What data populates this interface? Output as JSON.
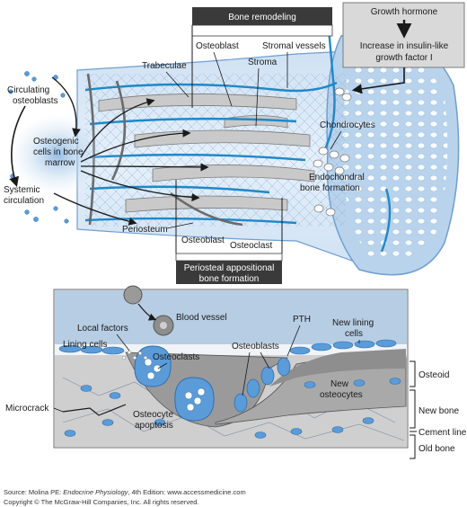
{
  "top_panel": {
    "header_bone_remodeling": "Bone remodeling",
    "growth_hormone_box": {
      "line1": "Growth hormone",
      "line2": "Increase in insulin-like",
      "line3": "growth factor I"
    },
    "labels": {
      "osteoblast_top": "Osteoblast",
      "stromal_vessels": "Stromal vessels",
      "stroma": "Stroma",
      "trabeculae": "Trabeculae",
      "circulating_osteoblasts_1": "Circulating",
      "circulating_osteoblasts_2": "osteoblasts",
      "osteogenic_1": "Osteogenic",
      "osteogenic_2": "cells in bone",
      "osteogenic_3": "marrow",
      "systemic_1": "Systemic",
      "systemic_2": "circulation",
      "chondrocytes": "Chondrocytes",
      "endochondral_1": "Endochondral",
      "endochondral_2": "bone formation",
      "periosteum": "Periosteum",
      "osteoblast_bottom": "Osteoblast",
      "osteoclast_bottom": "Osteoclast"
    },
    "footer_periosteal_1": "Periosteal appositional",
    "footer_periosteal_2": "bone formation"
  },
  "bottom_panel": {
    "labels": {
      "local_factors": "Local factors",
      "blood_vessel": "Blood vessel",
      "pth": "PTH",
      "new_lining_1": "New lining",
      "new_lining_2": "cells",
      "lining_cells": "Lining cells",
      "osteoclasts": "Osteoclasts",
      "osteoblasts": "Osteoblasts",
      "microcrack": "Microcrack",
      "new_osteocytes_1": "New",
      "new_osteocytes_2": "osteocytes",
      "osteocyte_apoptosis_1": "Osteocyte",
      "osteocyte_apoptosis_2": "apoptosis",
      "osteoid": "Osteoid",
      "new_bone": "New bone",
      "cement_line": "Cement line",
      "old_bone": "Old bone"
    }
  },
  "source": {
    "prefix": "Source: Molina PE: ",
    "book": "Endocrine Physiology",
    "suffix": ", 4th Edition: www.accessmedicine.com",
    "copyright": "Copyright © The McGraw-Hill Companies, Inc. All rights reserved."
  },
  "colors": {
    "bone_light": "#dbe9f6",
    "bone_mid": "#b9d3ec",
    "bone_dark": "#6f9fd0",
    "vessel_blue": "#1f88c9",
    "trabecula_gray": "#707070",
    "cell_blue": "#5b9bd8",
    "panel_gray": "#bdbdbd"
  }
}
